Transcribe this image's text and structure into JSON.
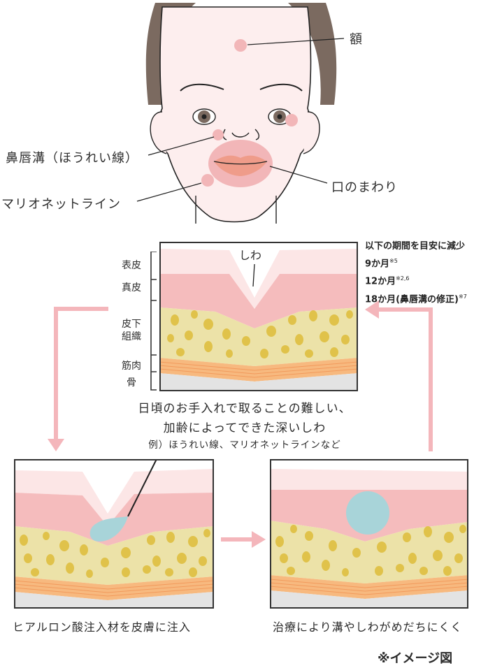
{
  "face_diagram": {
    "labels": {
      "forehead": "額",
      "nasolabial": "鼻唇溝（ほうれい線）",
      "around_mouth": "口のまわり",
      "marionette": "マリオネットライン"
    },
    "colors": {
      "skin": "#fdeeee",
      "hair": "#7b6a60",
      "marker": "#f2b6b8",
      "lips": "#ef9c8a",
      "outline": "#222222"
    }
  },
  "skin_cross_section": {
    "layer_labels": [
      "表皮",
      "真皮",
      "皮下",
      "組織",
      "筋肉",
      "骨"
    ],
    "wrinkle_label": "しわ",
    "colors": {
      "epidermis": "#fce6e6",
      "dermis": "#f5bcbd",
      "subcutaneous": "#ece2a8",
      "fat_dots": "#e0c24a",
      "muscle": "#f7b97f",
      "bone": "#e3e3e3",
      "filler": "#a8d4d9",
      "arrow": "#f4b6bb",
      "frame": "#333333"
    }
  },
  "duration_note": {
    "title": "以下の期間を目安に減少",
    "items": [
      {
        "text": "9か月",
        "ref": "※5"
      },
      {
        "text": "12か月",
        "ref": "※2,6"
      },
      {
        "text": "18か月(鼻唇溝の修正)",
        "ref": "※7"
      }
    ]
  },
  "center_caption": {
    "line1": "日頃のお手入れで取ることの難しい、",
    "line2": "加齢によってできた深いしわ",
    "line3": "例）ほうれい線、マリオネットラインなど"
  },
  "panels": {
    "left_caption": "ヒアルロン酸注入材を皮膚に注入",
    "right_caption": "治療により溝やしわがめだちにくく"
  },
  "footnote": "※イメージ図"
}
